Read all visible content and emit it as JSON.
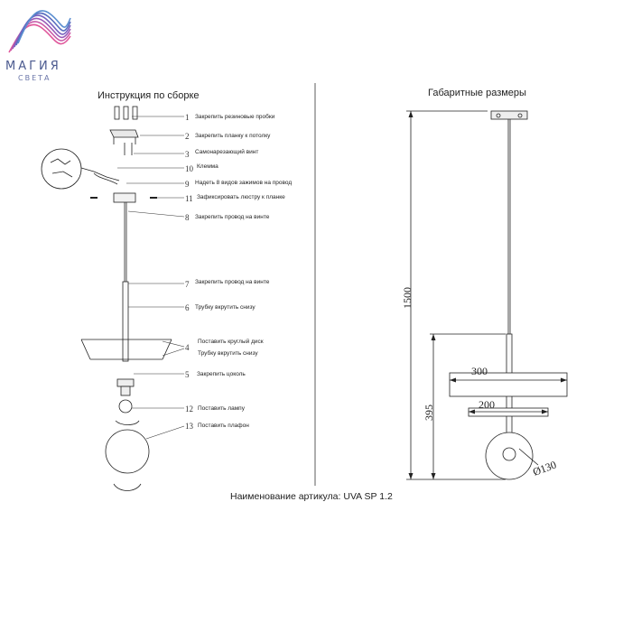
{
  "logo": {
    "main": "МАГИЯ",
    "sub": "СВЕТА"
  },
  "assembly_title": "Инструкция по сборке",
  "dimensions_title": "Габаритные размеры",
  "steps": [
    {
      "num": "1",
      "text": "Закрепить резиновые пробки"
    },
    {
      "num": "2",
      "text": "Закрепить планку к потолку"
    },
    {
      "num": "3",
      "text": "Самонарезающий винт"
    },
    {
      "num": "10",
      "text": "Клемма"
    },
    {
      "num": "9",
      "text": "Надеть 8 видов зажимов на провод"
    },
    {
      "num": "11",
      "text": "Зафиксировать люстру к планке"
    },
    {
      "num": "8",
      "text": "Закрепить провод на винте"
    },
    {
      "num": "7",
      "text": "Закрепить провод на винте"
    },
    {
      "num": "6",
      "text": "Трубку вкрутить снизу"
    },
    {
      "num": "4",
      "text": "Поставить круглый диск",
      "text2": "Трубку вкрутить снизу"
    },
    {
      "num": "5",
      "text": "Закрепить цоколь"
    },
    {
      "num": "12",
      "text": "Поставить лампу"
    },
    {
      "num": "13",
      "text": "Поставить плафон"
    }
  ],
  "dims": {
    "height": "1500",
    "lower_height": "395",
    "disc_large": "300",
    "disc_small": "200",
    "shade_diameter": "Ø130"
  },
  "article": "Наименование артикула: UVA SP 1.2",
  "colors": {
    "line": "#222222",
    "logo_pink": "#e0579b",
    "logo_blue": "#5a6fc0",
    "logo_purple": "#8a5ab8"
  }
}
